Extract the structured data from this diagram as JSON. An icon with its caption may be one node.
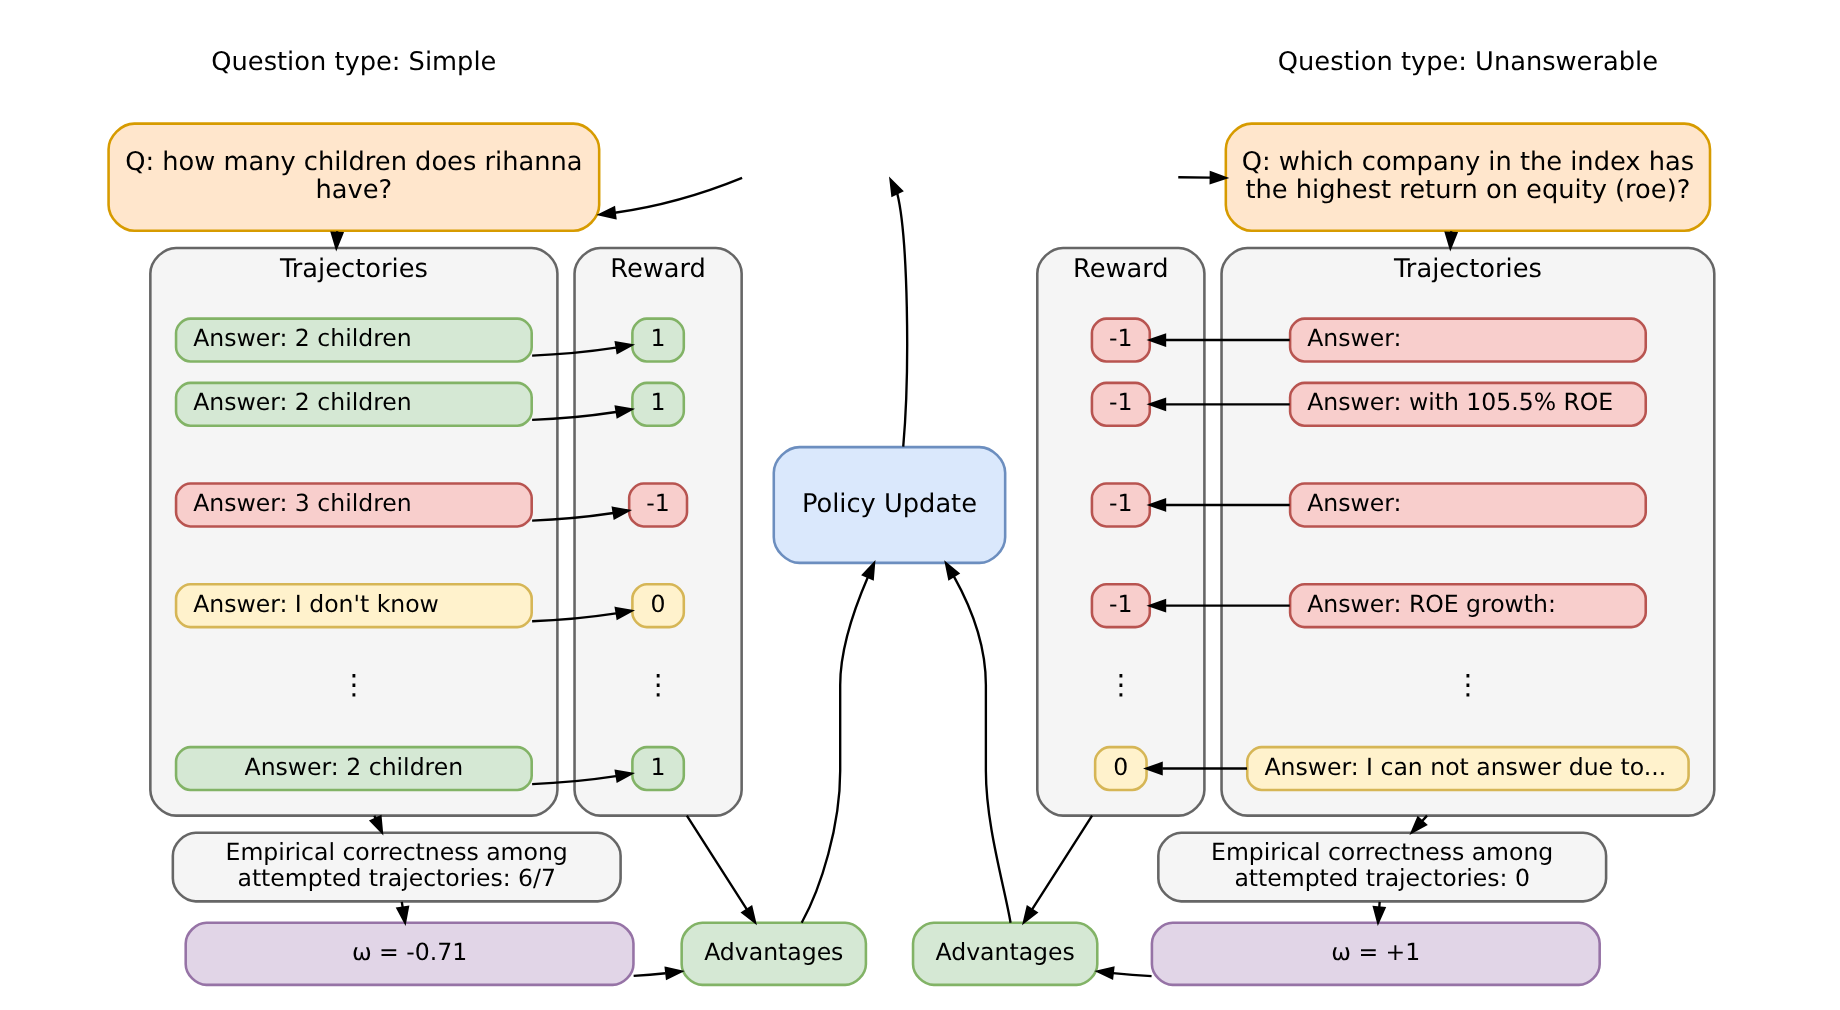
{
  "diagram": {
    "nodes": [
      {
        "text": [
          "Q: how many children does rihanna have?"
        ]
      },
      {
        "text": [
          "Q: which company in the index has the highest return on equity (roe)?"
        ]
      },
      {
        "text": [
          "Trajectories"
        ]
      },
      {
        "text": [
          "Answer: 2 children"
        ],
        "in": 2
      },
      {
        "text": [
          "Answer: 2 children"
        ],
        "in": 2
      },
      {
        "text": [
          "Answer: 3 children"
        ],
        "in": 2
      },
      {
        "text": [
          "Answer: I don't know"
        ],
        "in": 2
      },
      {
        "text": [
          "Answer: 2 children"
        ],
        "in": 2
      },
      {
        "text": [
          "Reward"
        ]
      },
      {
        "text": [
          "1"
        ],
        "in": 8
      },
      {
        "text": [
          "1"
        ],
        "in": 8
      },
      {
        "text": [
          "-1"
        ],
        "in": 8
      },
      {
        "text": [
          "0"
        ],
        "in": 8
      },
      {
        "text": [
          "1"
        ],
        "in": 8
      },
      {
        "text": [
          "Policy Update"
        ]
      },
      {
        "text": [
          "Reward"
        ]
      },
      {
        "text": [
          "-1"
        ],
        "in": 15
      },
      {
        "text": [
          "-1"
        ],
        "in": 15
      },
      {
        "text": [
          "-1"
        ],
        "in": 15
      },
      {
        "text": [
          "-1"
        ],
        "in": 15
      },
      {
        "text": [
          "0"
        ],
        "in": 15
      },
      {
        "text": [
          "Trajectories"
        ]
      },
      {
        "text": [
          "Answer:"
        ],
        "in": 21
      },
      {
        "text": [
          "Answer: with 105.5% ROE"
        ],
        "in": 21
      },
      {
        "text": [
          "Answer:"
        ],
        "in": 21
      },
      {
        "text": [
          "Answer: ROE growth:"
        ],
        "in": 21
      },
      {
        "text": [
          "Answer: I can not answer due to..."
        ],
        "in": 21
      },
      {
        "text": [
          "Empirical correctness among attempted trajectories: 6/7"
        ]
      },
      {
        "text": [
          "Empirical correctness among attempted trajectories: 0"
        ]
      },
      {
        "text": [
          "ω = -0.71"
        ]
      },
      {
        "text": [
          "Advantages"
        ]
      },
      {
        "text": [
          "Advantages"
        ]
      },
      {
        "text": [
          "ω = +1"
        ]
      }
    ],
    "edges": [
      {
        "from": 14,
        "to": null,
        "arrow": "to"
      },
      {
        "from": null,
        "to": 0,
        "arrow": "to"
      },
      {
        "from": null,
        "to": 1,
        "arrow": "to"
      },
      {
        "from": 0,
        "to": 2,
        "arrow": "to"
      },
      {
        "from": 1,
        "to": 21,
        "arrow": "to"
      },
      {
        "from": 3,
        "to": 9,
        "arrow": "to"
      },
      {
        "from": 4,
        "to": 10,
        "arrow": "to"
      },
      {
        "from": 5,
        "to": 11,
        "arrow": "to"
      },
      {
        "from": 6,
        "to": 12,
        "arrow": "to"
      },
      {
        "from": 7,
        "to": 13,
        "arrow": "to"
      },
      {
        "from": 22,
        "to": 16,
        "arrow": "to"
      },
      {
        "from": 23,
        "to": 17,
        "arrow": "to"
      },
      {
        "from": 24,
        "to": 18,
        "arrow": "to"
      },
      {
        "from": 25,
        "to": 19,
        "arrow": "to"
      },
      {
        "from": 26,
        "to": 20,
        "arrow": "to"
      },
      {
        "from": 2,
        "to": 27,
        "arrow": "to"
      },
      {
        "from": 27,
        "to": 29,
        "arrow": "to"
      },
      {
        "from": 29,
        "to": 30,
        "arrow": "to"
      },
      {
        "from": 8,
        "to": 30,
        "arrow": "to"
      },
      {
        "from": 30,
        "to": 14,
        "arrow": "to"
      },
      {
        "from": 21,
        "to": 28,
        "arrow": "to"
      },
      {
        "from": 28,
        "to": 32,
        "arrow": "to"
      },
      {
        "from": 32,
        "to": 31,
        "arrow": "to"
      },
      {
        "from": 15,
        "to": 31,
        "arrow": "to"
      },
      {
        "from": 31,
        "to": 14,
        "arrow": "to"
      }
    ],
    "labels": [
      "Question type: Simple",
      "Question type: Unanswerable",
      "⋮",
      "⋮",
      "⋮",
      "⋮"
    ]
  }
}
